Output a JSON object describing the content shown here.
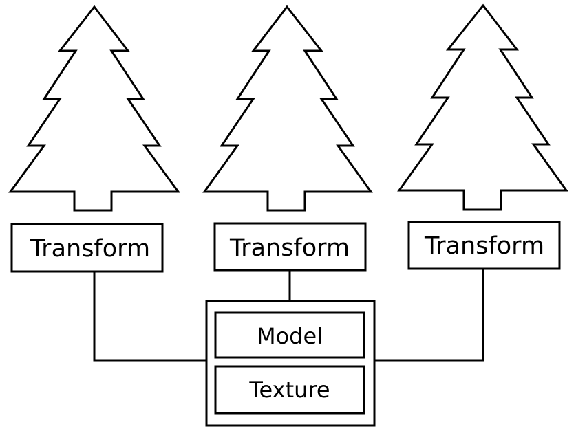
{
  "colors": {
    "stroke": "#000000",
    "fill": "#ffffff"
  },
  "trees": [
    {
      "icon": "tree-icon",
      "transform_label": "Transform"
    },
    {
      "icon": "tree-icon",
      "transform_label": "Transform"
    },
    {
      "icon": "tree-icon",
      "transform_label": "Transform"
    }
  ],
  "shared": {
    "model_label": "Model",
    "texture_label": "Texture"
  }
}
